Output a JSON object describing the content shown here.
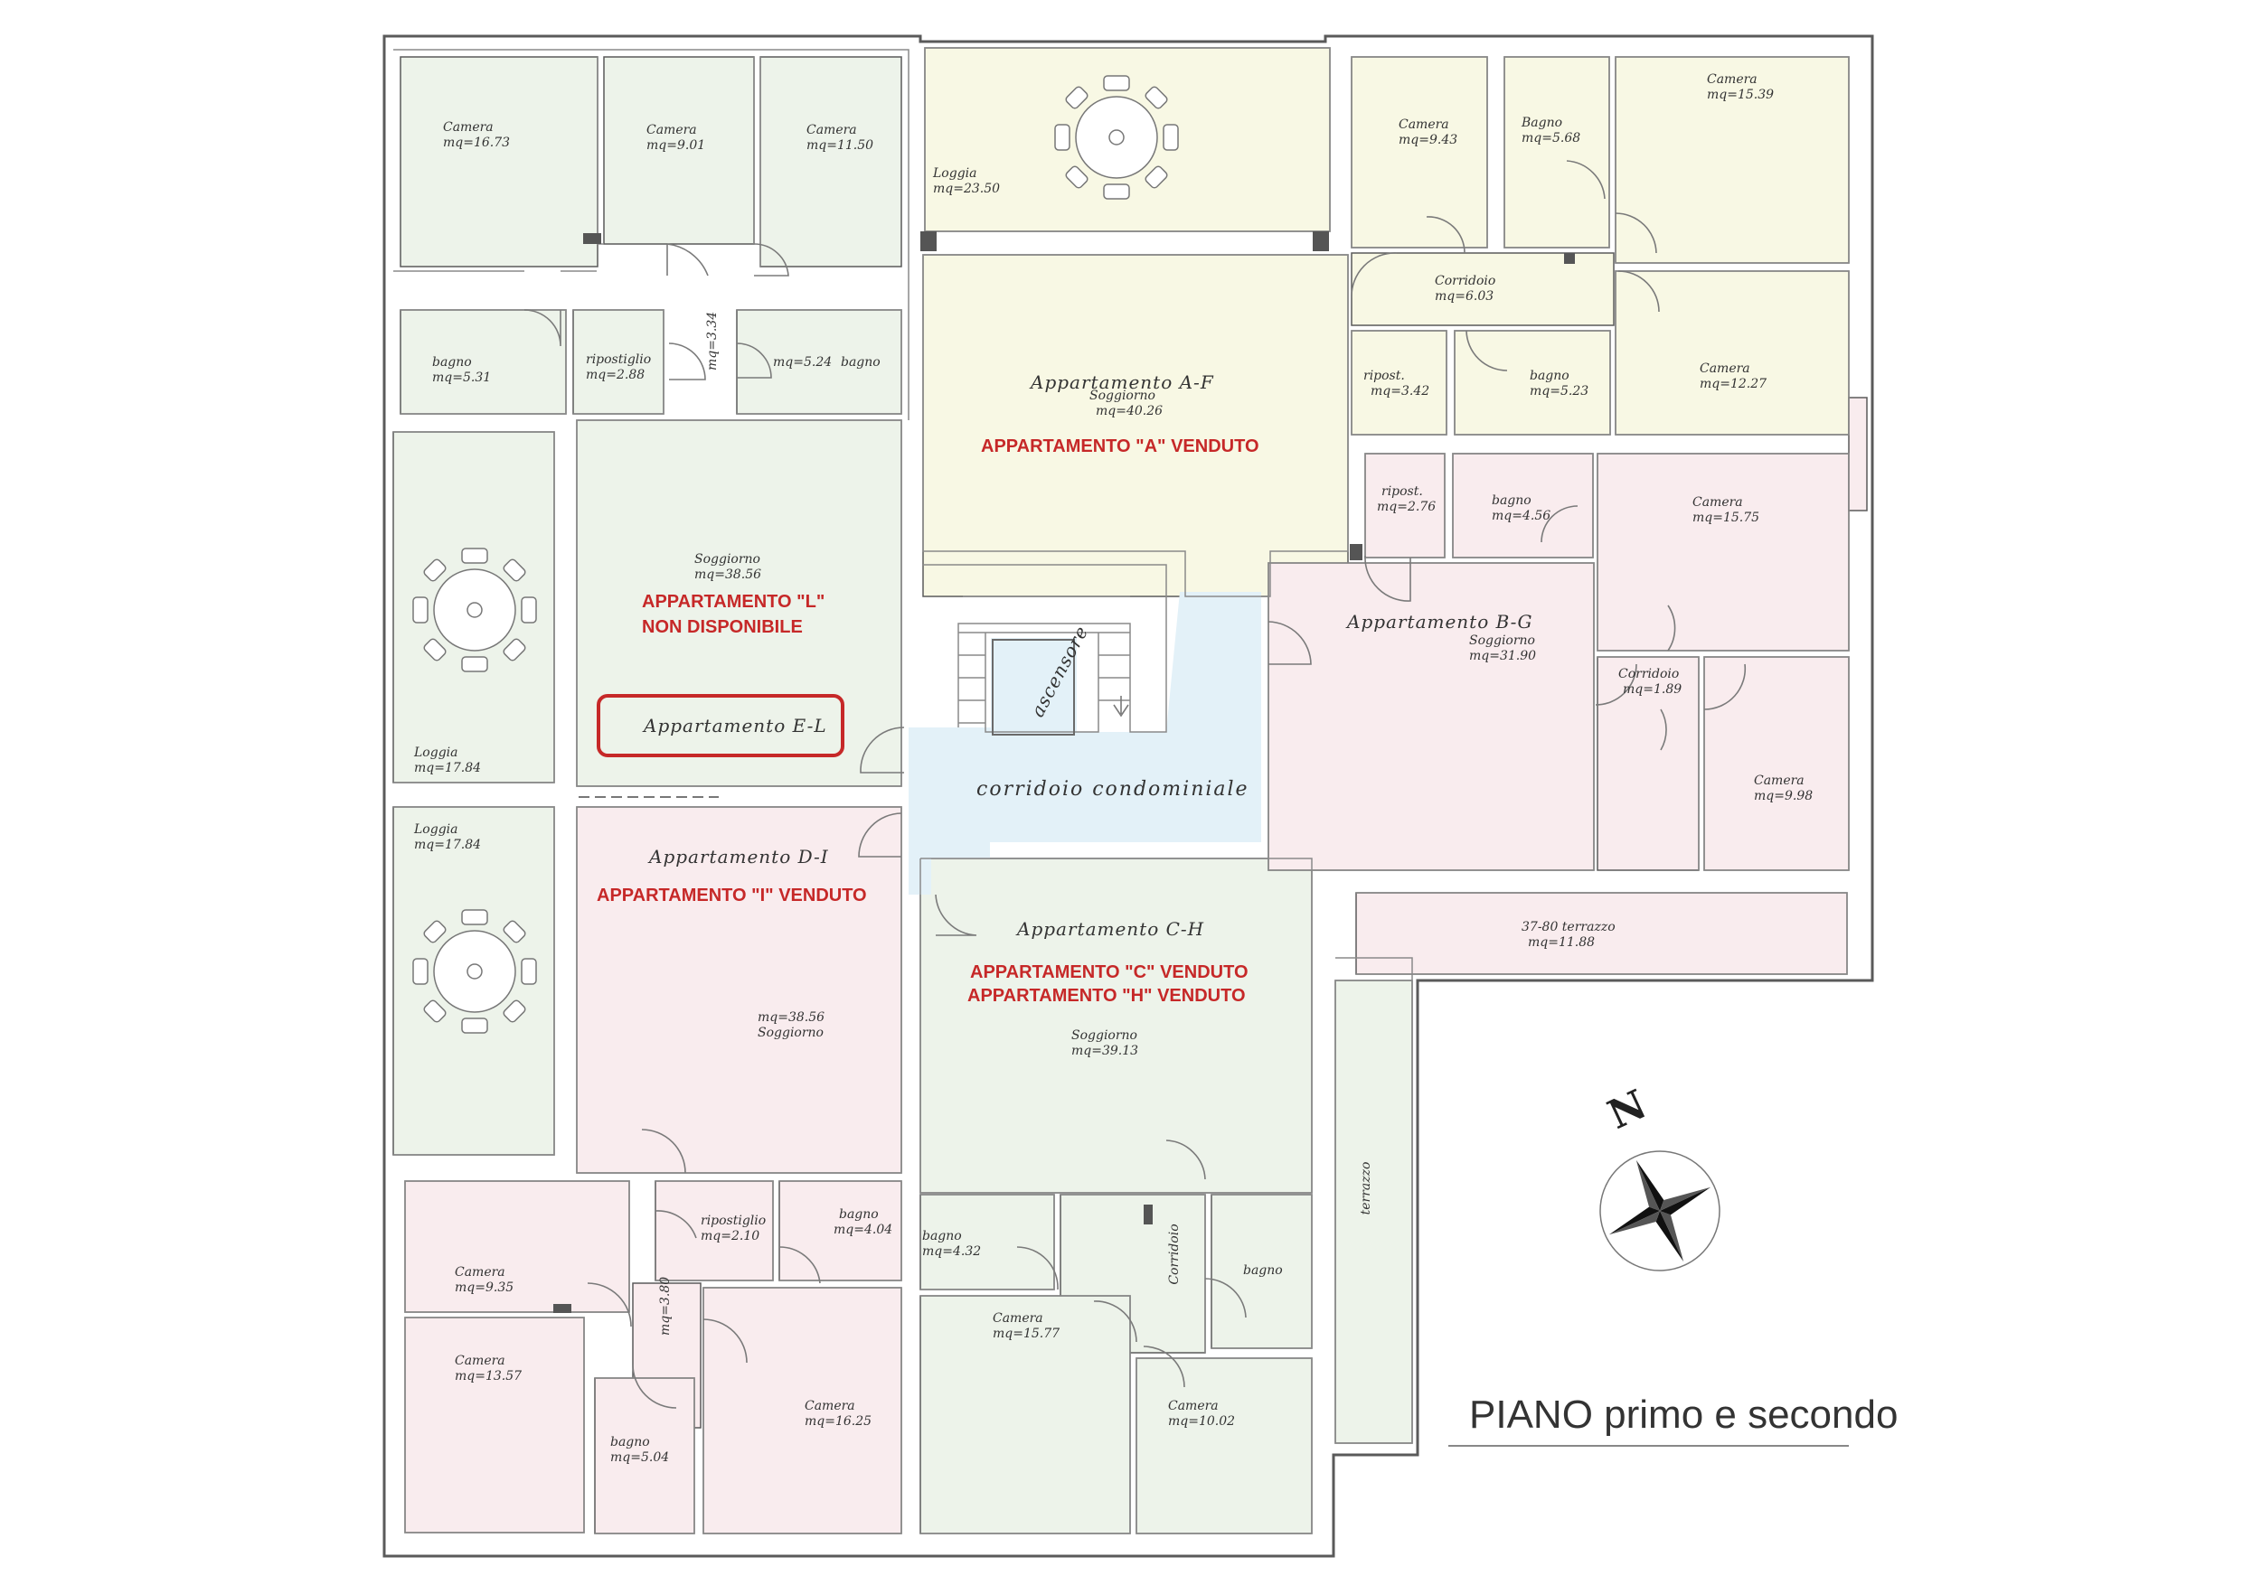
{
  "colors": {
    "green": "#edf3ea",
    "yellow": "#f8f8e4",
    "pink": "#f9ecee",
    "blue": "#e3f1f8",
    "wall": "#5a5a5a",
    "status_red": "#c62828",
    "highlight_border": "#c62828"
  },
  "title": "PIANO primo e secondo",
  "compass": {
    "label": "N"
  },
  "corridor": {
    "label": "corridoio condominiale",
    "elevator": "ascensore"
  },
  "apartments": {
    "af": {
      "label": "Appartamento A-F",
      "status": "APPARTAMENTO \"A\" VENDUTO"
    },
    "bg": {
      "label": "Appartamento B-G"
    },
    "ch": {
      "label": "Appartamento C-H",
      "status1": "APPARTAMENTO \"C\" VENDUTO",
      "status2": "APPARTAMENTO \"H\" VENDUTO"
    },
    "di": {
      "label": "Appartamento D-I",
      "status": "APPARTAMENTO \"I\" VENDUTO"
    },
    "el": {
      "label": "Appartamento E-L",
      "status1": "APPARTAMENTO \"L\"",
      "status2": "NON DISPONIBILE"
    }
  },
  "rooms": {
    "el": {
      "camera1": {
        "name": "Camera",
        "area": "mq=16.73"
      },
      "camera2": {
        "name": "Camera",
        "area": "mq=9.01"
      },
      "camera3": {
        "name": "Camera",
        "area": "mq=11.50"
      },
      "bagno1": {
        "name": "bagno",
        "area": "mq=5.31"
      },
      "ripostiglio": {
        "name": "ripostiglio",
        "area": "mq=2.88"
      },
      "disimpegno": {
        "area": "mq=3.34"
      },
      "bagno2": {
        "name": "bagno",
        "area": "mq=5.24"
      },
      "soggiorno": {
        "name": "Soggiorno",
        "area": "mq=38.56"
      },
      "loggia": {
        "name": "Loggia",
        "area": "mq=17.84"
      }
    },
    "af": {
      "loggia": {
        "name": "Loggia",
        "area": "mq=23.50"
      },
      "camera1": {
        "name": "Camera",
        "area": "mq=9.43"
      },
      "bagno1": {
        "name": "Bagno",
        "area": "mq=5.68"
      },
      "camera2": {
        "name": "Camera",
        "area": "mq=15.39"
      },
      "corridoio": {
        "name": "Corridoio",
        "area": "mq=6.03"
      },
      "ripost": {
        "name": "ripost.",
        "area": "mq=3.42"
      },
      "bagno2": {
        "name": "bagno",
        "area": "mq=5.23"
      },
      "camera3": {
        "name": "Camera",
        "area": "mq=12.27"
      },
      "soggiorno": {
        "name": "Soggiorno",
        "area": "mq=40.26"
      }
    },
    "bg": {
      "ripost": {
        "name": "ripost.",
        "area": "mq=2.76"
      },
      "bagno": {
        "name": "bagno",
        "area": "mq=4.56"
      },
      "camera1": {
        "name": "Camera",
        "area": "mq=15.75"
      },
      "soggiorno": {
        "name": "Soggiorno",
        "area": "mq=31.90"
      },
      "corridoio": {
        "name": "Corridoio",
        "area": "mq=1.89"
      },
      "camera2": {
        "name": "Camera",
        "area": "mq=9.98"
      },
      "terrazzo": {
        "name": "37-80 terrazzo",
        "area": "mq=11.88"
      }
    },
    "di": {
      "loggia": {
        "name": "Loggia",
        "area": "mq=17.84"
      },
      "soggiorno": {
        "name": "Soggiorno",
        "area": "mq=38.56"
      },
      "camera1": {
        "name": "Camera",
        "area": "mq=9.35"
      },
      "ripostiglio": {
        "name": "ripostiglio",
        "area": "mq=2.10"
      },
      "bagno1": {
        "name": "bagno",
        "area": "mq=4.04"
      },
      "disimpegno": {
        "area": "mq=3.80"
      },
      "camera2": {
        "name": "Camera",
        "area": "mq=13.57"
      },
      "camera3": {
        "name": "Camera",
        "area": "mq=16.25"
      },
      "bagno2": {
        "name": "bagno",
        "area": "mq=5.04"
      }
    },
    "ch": {
      "soggiorno": {
        "name": "Soggiorno",
        "area": "mq=39.13"
      },
      "bagno1": {
        "name": "bagno",
        "area": "mq=4.32"
      },
      "corridoio": {
        "name": "Corridoio"
      },
      "bagno2": {
        "name": "bagno"
      },
      "camera1": {
        "name": "Camera",
        "area": "mq=15.77"
      },
      "camera2": {
        "name": "Camera",
        "area": "mq=10.02"
      },
      "terrazzo": {
        "name": "terrazzo"
      }
    }
  }
}
